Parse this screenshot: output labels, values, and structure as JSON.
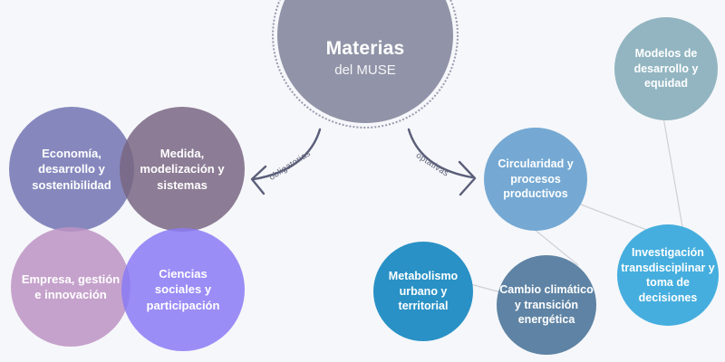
{
  "canvas": {
    "background": "#f6f7fa"
  },
  "hub": {
    "title": "Materias",
    "subtitle": "del MUSE",
    "color": "#9194a8",
    "ring_color": "#989bae"
  },
  "arrows": {
    "color": "#5a5e79",
    "left_label": "obligatorias",
    "right_label": "optativas",
    "label_color": "#5d6177"
  },
  "connectors": {
    "color": "#ccd0d6"
  },
  "nodes": {
    "economia": {
      "label": "Economía,\ndesarrollo y\nsostenibilidad",
      "color": "rgba(114,116,177,0.85)"
    },
    "medida": {
      "label": "Medida,\nmodelización y\nsistemas",
      "color": "rgba(121,102,130,0.85)"
    },
    "empresa": {
      "label": "Empresa, gestión\ne innovación",
      "color": "rgba(188,147,195,0.85)"
    },
    "ciencias": {
      "label": "Ciencias\nsociales y\nparticipación",
      "color": "rgba(138,122,245,0.85)"
    },
    "modelos": {
      "label": "Modelos de\ndesarrollo y\nequidad",
      "color": "#92b5c1"
    },
    "circularidad": {
      "label": "Circularidad y\nprocesos\nproductivos",
      "color": "#75a9d3"
    },
    "metabolismo": {
      "label": "Metabolismo\nurbano y\nterritorial",
      "color": "#2991c5"
    },
    "cambio": {
      "label": "Cambio climático\ny transición\nenergética",
      "color": "#5e83a4"
    },
    "investigacion": {
      "label": "Investigación\ntransdisciplinar y\ntoma de\ndecisiones",
      "color": "#45aede"
    }
  }
}
